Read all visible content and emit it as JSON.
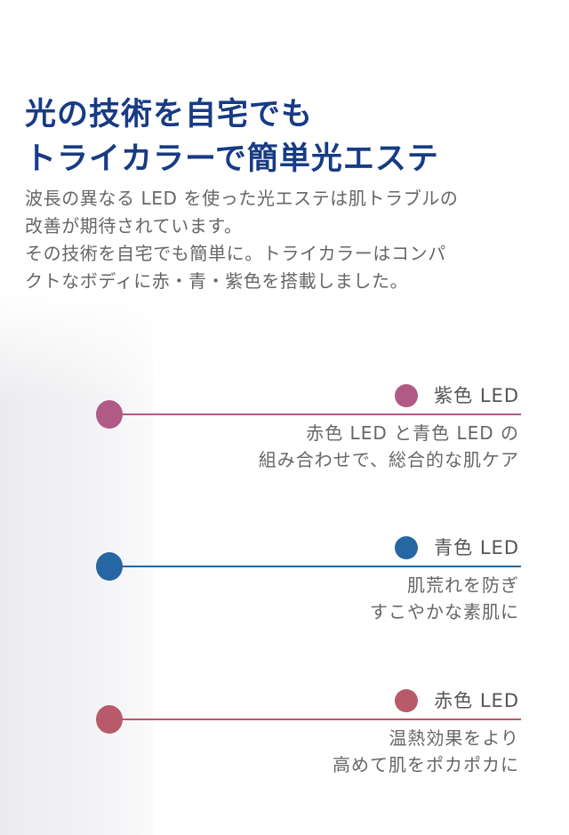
{
  "headline": {
    "line1": "光の技術を自宅でも",
    "line2": "トライカラーで簡単光エステ"
  },
  "intro": {
    "line1": "波長の異なる LED を使った光エステは肌トラブルの",
    "line2": "改善が期待されています。",
    "line3": "その技術を自宅でも簡単に。トライカラーはコンパ",
    "line4": "クトなボディに赤・青・紫色を搭載しました。"
  },
  "leds": [
    {
      "name": "紫色 LED",
      "desc1": "赤色 LED と青色 LED の",
      "desc2": "組み合わせで、総合的な肌ケア",
      "color": "#b05a86"
    },
    {
      "name": "青色 LED",
      "desc1": "肌荒れを防ぎ",
      "desc2": "すこやかな素肌に",
      "color": "#2566a3"
    },
    {
      "name": "赤色 LED",
      "desc1": "温熱効果をより",
      "desc2": "高めて肌をポカポカに",
      "color": "#b85a6a"
    }
  ]
}
